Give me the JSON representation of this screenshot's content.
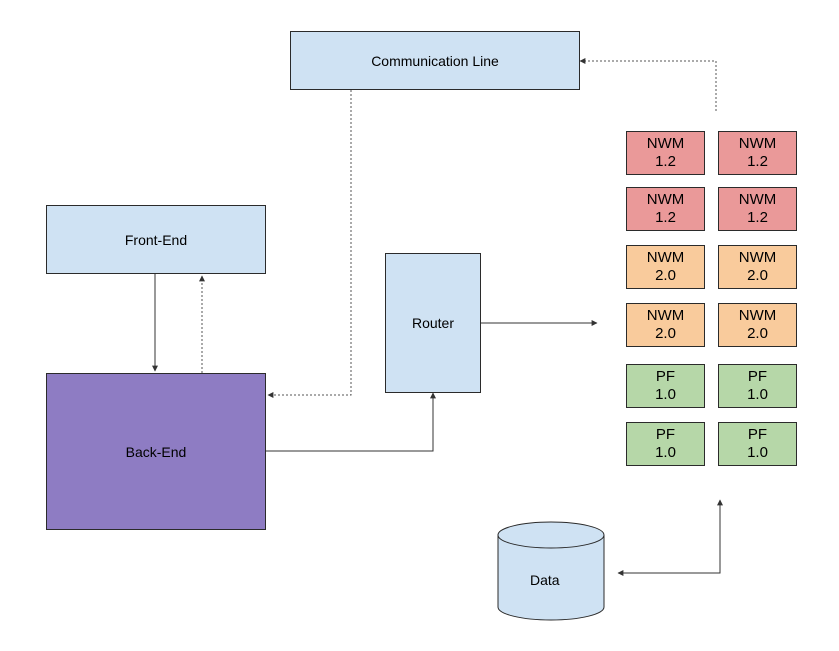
{
  "labels": {
    "communication_line": "Communication Line",
    "front_end": "Front-End",
    "back_end": "Back-End",
    "router": "Router",
    "data": "Data"
  },
  "models": [
    {
      "name": "NWM",
      "version": "1.2",
      "color": "red"
    },
    {
      "name": "NWM",
      "version": "1.2",
      "color": "red"
    },
    {
      "name": "NWM",
      "version": "1.2",
      "color": "red"
    },
    {
      "name": "NWM",
      "version": "1.2",
      "color": "red"
    },
    {
      "name": "NWM",
      "version": "2.0",
      "color": "orange"
    },
    {
      "name": "NWM",
      "version": "2.0",
      "color": "orange"
    },
    {
      "name": "NWM",
      "version": "2.0",
      "color": "orange"
    },
    {
      "name": "NWM",
      "version": "2.0",
      "color": "orange"
    },
    {
      "name": "PF",
      "version": "1.0",
      "color": "green"
    },
    {
      "name": "PF",
      "version": "1.0",
      "color": "green"
    },
    {
      "name": "PF",
      "version": "1.0",
      "color": "green"
    },
    {
      "name": "PF",
      "version": "1.0",
      "color": "green"
    }
  ],
  "colors": {
    "light_blue": "#cfe2f3",
    "purple": "#8e7cc3",
    "red": "#ea9999",
    "orange": "#f9cb9c",
    "green": "#b6d7a8"
  }
}
